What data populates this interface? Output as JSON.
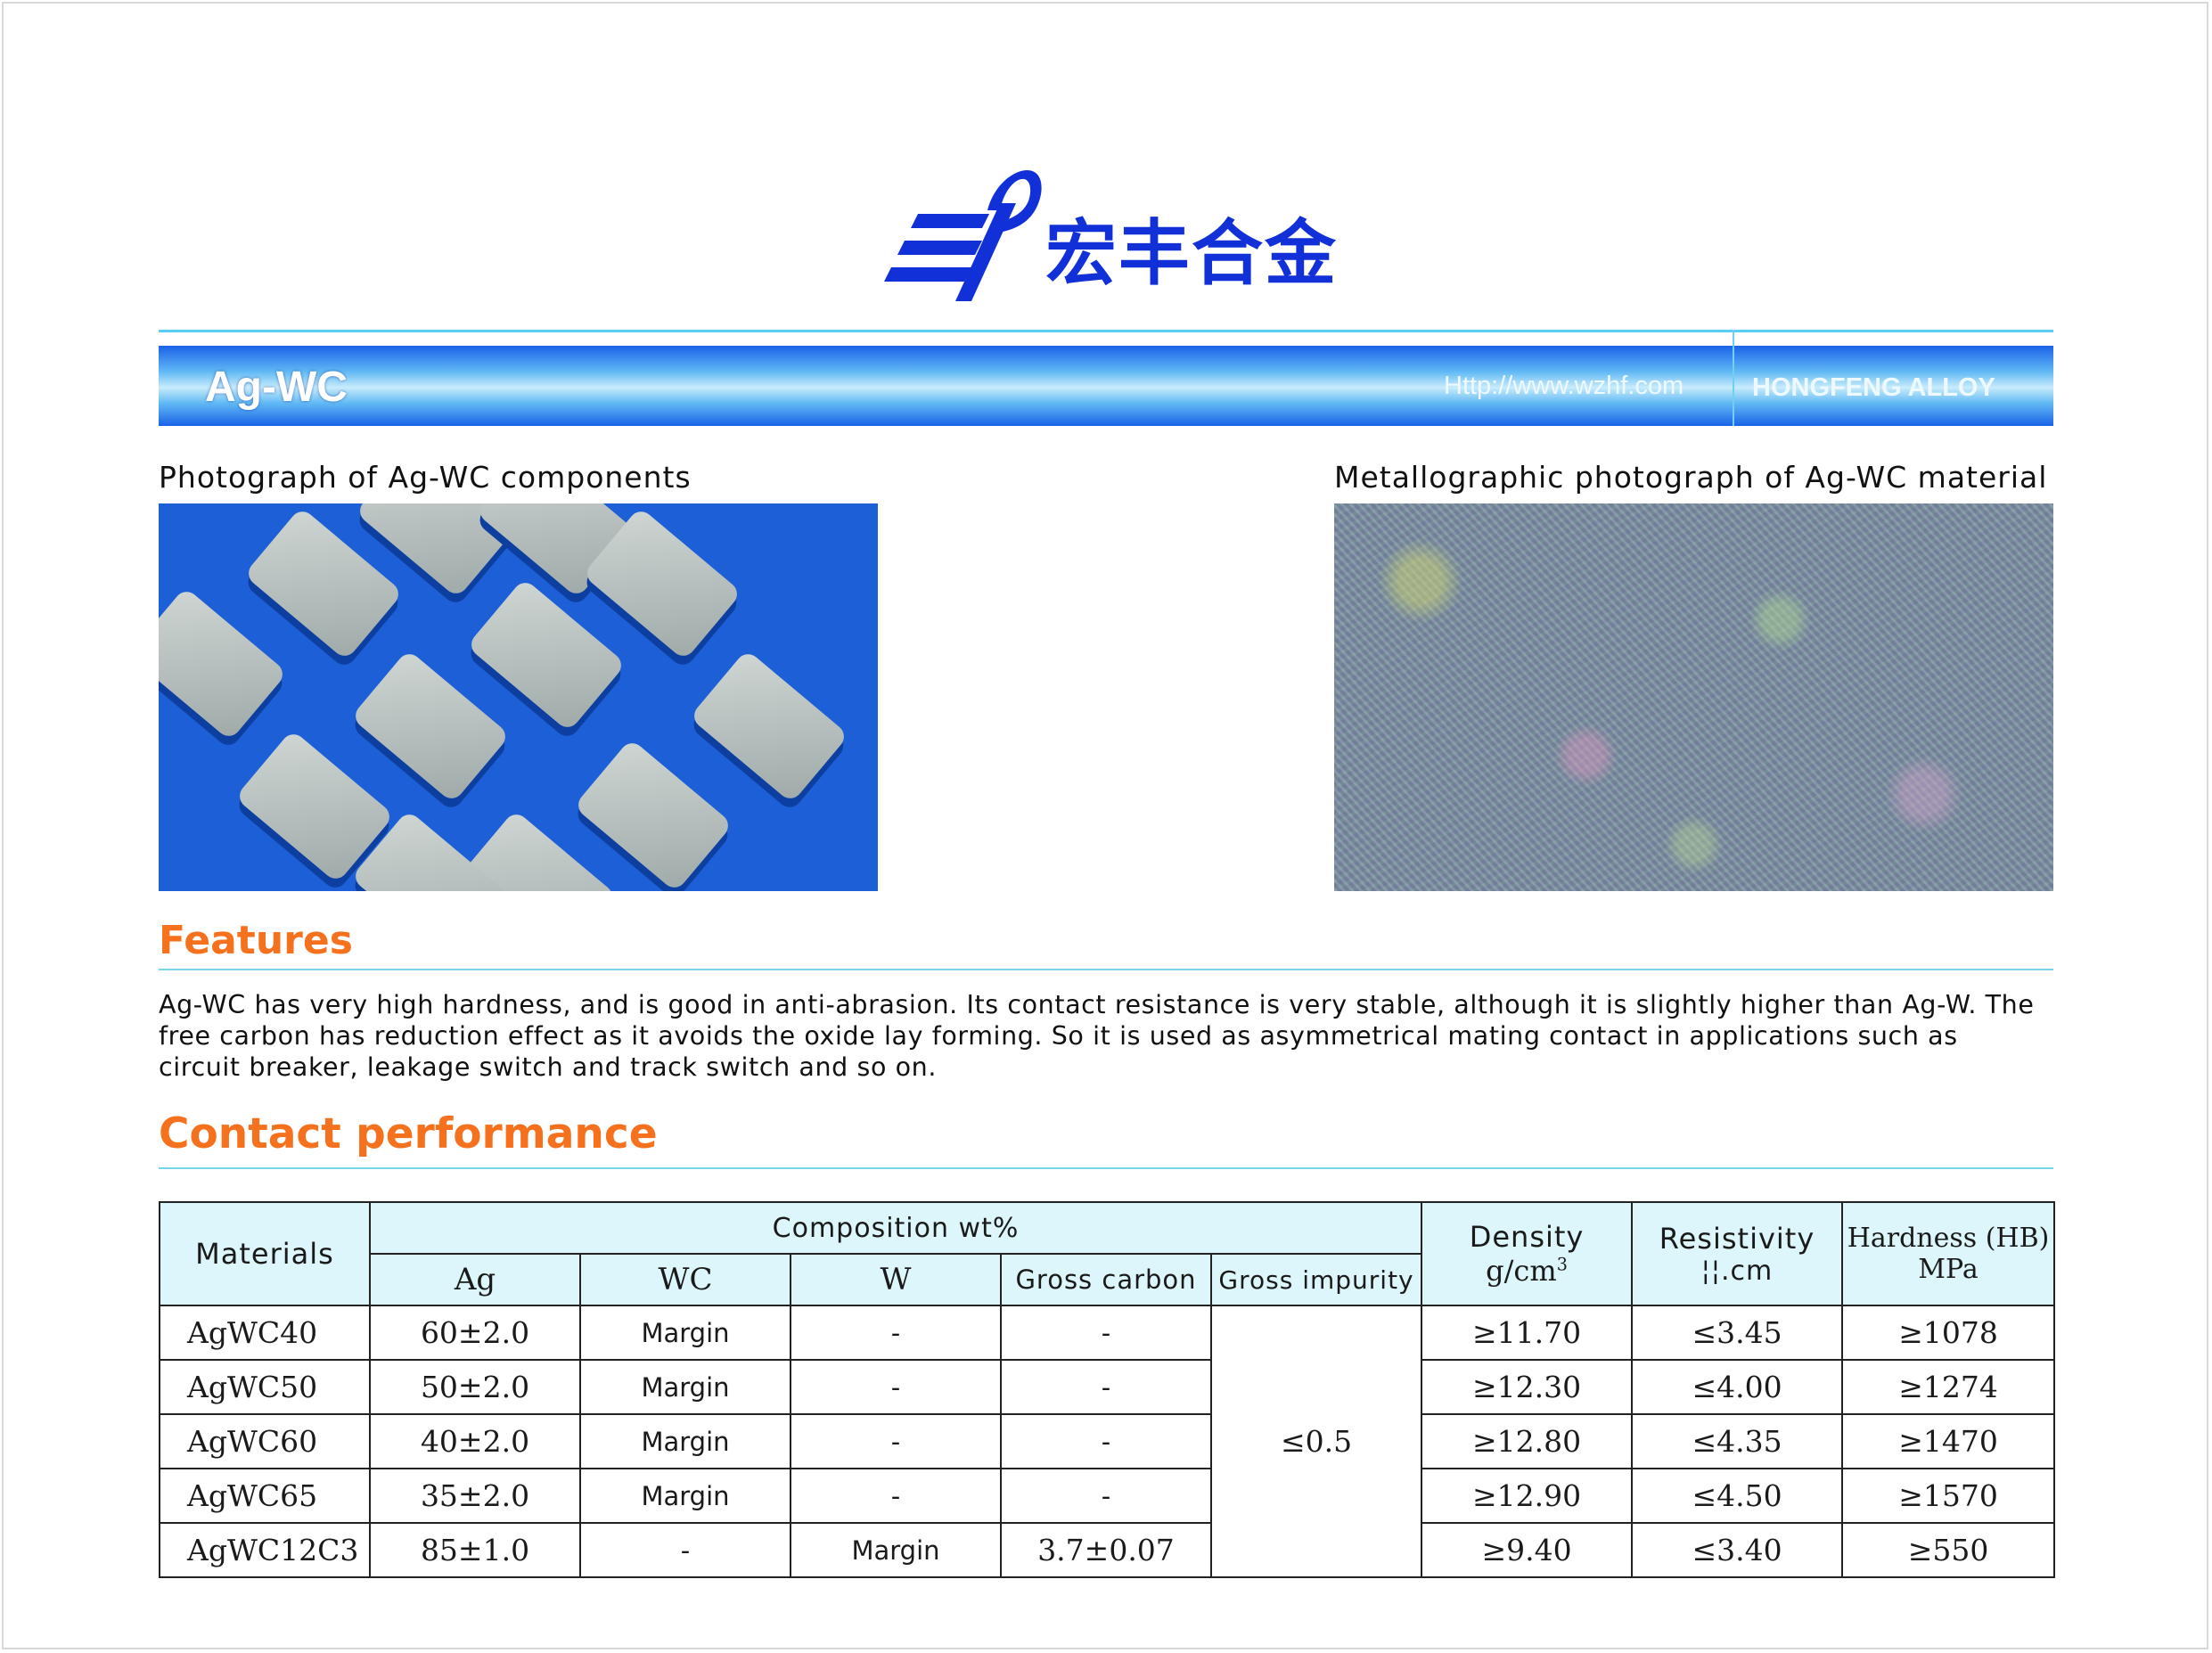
{
  "brand": {
    "logo_text": "宏丰合金",
    "logo_color": "#1230d8"
  },
  "banner": {
    "title": "Ag-WC",
    "url": "Http://www.wzhf.com",
    "brand_name": "HONGFENG ALLOY"
  },
  "photos": {
    "left_caption": "Photograph of Ag-WC components",
    "right_caption": "Metallographic photograph of Ag-WC material"
  },
  "features": {
    "title": "Features",
    "text": "Ag-WC has very high hardness, and is good in anti-abrasion. Its contact resistance is very stable, although it is slightly higher than Ag-W. The free carbon has reduction effect as it avoids the oxide lay forming. So it is used as asymmetrical mating contact in applications such as circuit breaker, leakage switch and track switch and so on."
  },
  "performance": {
    "title": "Contact performance",
    "headers": {
      "materials": "Materials",
      "composition": "Composition wt%",
      "ag": "Ag",
      "wc": "WC",
      "w": "W",
      "gross_carbon": "Gross carbon",
      "gross_impurity": "Gross impurity",
      "density": "Density",
      "density_unit": "g/cm",
      "density_unit_sup": "3",
      "resistivity": "Resistivity",
      "resistivity_unit": "¦¦.cm",
      "hardness": "Hardness (HB)",
      "hardness_unit": "MPa"
    },
    "impurity_value": "≤0.5",
    "rows": [
      {
        "material": "AgWC40",
        "ag": "60±2.0",
        "wc": "Margin",
        "w": "-",
        "carbon": "-",
        "density": "≥11.70",
        "resistivity": "≤3.45",
        "hardness": "≥1078"
      },
      {
        "material": "AgWC50",
        "ag": "50±2.0",
        "wc": "Margin",
        "w": "-",
        "carbon": "-",
        "density": "≥12.30",
        "resistivity": "≤4.00",
        "hardness": "≥1274"
      },
      {
        "material": "AgWC60",
        "ag": "40±2.0",
        "wc": "Margin",
        "w": "-",
        "carbon": "-",
        "density": "≥12.80",
        "resistivity": "≤4.35",
        "hardness": "≥1470"
      },
      {
        "material": "AgWC65",
        "ag": "35±2.0",
        "wc": "Margin",
        "w": "-",
        "carbon": "-",
        "density": "≥12.90",
        "resistivity": "≤4.50",
        "hardness": "≥1570"
      },
      {
        "material": "AgWC12C3",
        "ag": "85±1.0",
        "wc": "-",
        "w": "Margin",
        "carbon": "3.7±0.07",
        "density": "≥9.40",
        "resistivity": "≤3.40",
        "hardness": "≥550"
      }
    ]
  }
}
